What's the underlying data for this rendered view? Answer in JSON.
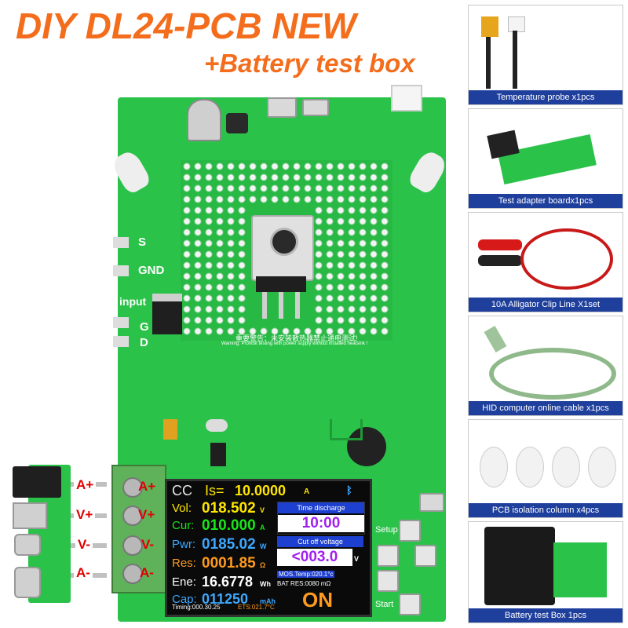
{
  "title": "DIY DL24-PCB NEW",
  "subtitle": "+Battery test box",
  "accessories": [
    {
      "label": "Temperature probe x1pcs"
    },
    {
      "label": "Test adapter boardx1pcs"
    },
    {
      "label": "10A Alligator Clip Line X1set"
    },
    {
      "label": "HID computer online cable x1pcs"
    },
    {
      "label": "PCB isolation column x4pcs"
    },
    {
      "label": "Battery test Box 1pcs"
    }
  ],
  "pcb_labels": {
    "s": "S",
    "gnd": "GND",
    "input": "input",
    "d": "D",
    "g": "G",
    "setup": "Setup",
    "start": "Start",
    "warning_cn": "重要警告：未安装散热器禁止通电测试!",
    "warning_en": "Warning: Prohibit testing with power supply without installed heatsink !"
  },
  "terminals_left": [
    "A+",
    "V+",
    "V-",
    "A-"
  ],
  "terminals_right": [
    "A+",
    "V+",
    "V-",
    "A-"
  ],
  "lcd": {
    "mode": "CC",
    "set_label": "Is=",
    "set_value": "10.0000",
    "set_unit": "A",
    "rows": [
      {
        "label": "Vol:",
        "value": "018.502",
        "unit": "V",
        "color": "#ffe600"
      },
      {
        "label": "Cur:",
        "value": "010.000",
        "unit": "A",
        "color": "#19e619"
      },
      {
        "label": "Pwr:",
        "value": "0185.02",
        "unit": "W",
        "color": "#3da8ff"
      },
      {
        "label": "Res:",
        "value": "0001.85",
        "unit": "Ω",
        "color": "#ff9a1e"
      },
      {
        "label": "Ene:",
        "value": "16.6778",
        "unit": "Wh",
        "color": "#ffffff"
      },
      {
        "label": "Cap:",
        "value": "011250",
        "unit": "mAh",
        "color": "#3da8ff"
      }
    ],
    "time_discharge_label": "Time discharge",
    "time_discharge_value": "10:00",
    "cutoff_label": "Cut off voltage",
    "cutoff_value": "<003.0",
    "cutoff_unit": "V",
    "mos_temp": "MOS.Temp:020.1°c",
    "bat_res": "BAT RES:0080 mΩ",
    "state": "ON",
    "timing": "Timing:000.30.25",
    "ets": "ETS:021.7°C"
  }
}
